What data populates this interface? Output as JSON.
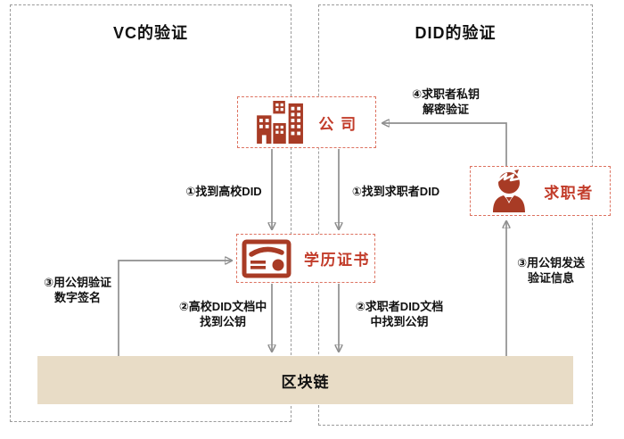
{
  "diagram": {
    "panels": [
      {
        "title": "VC的验证"
      },
      {
        "title": "DID的验证"
      }
    ],
    "nodes": {
      "company": {
        "label": "公 司",
        "icon": "buildings-icon"
      },
      "certificate": {
        "label": "学历证书",
        "icon": "certificate-icon"
      },
      "job_seeker": {
        "label": "求职者",
        "icon": "person-icon"
      },
      "blockchain": {
        "label": "区块链"
      }
    },
    "edges": [
      {
        "id": "company-finds-university-did",
        "from": "company",
        "to": "certificate",
        "label": "①找到高校DID"
      },
      {
        "id": "company-finds-jobseeker-did",
        "from": "company",
        "to": "certificate",
        "label": "①找到求职者DID"
      },
      {
        "id": "university-did-doc-public-key",
        "from": "certificate",
        "to": "blockchain",
        "label": "②高校DID文档中\n找到公钥"
      },
      {
        "id": "jobseeker-did-doc-public-key",
        "from": "certificate",
        "to": "blockchain",
        "label": "②求职者DID文档\n中找到公钥"
      },
      {
        "id": "verify-signature-with-public-key",
        "from": "blockchain",
        "to": "certificate",
        "label": "③用公钥验证\n数字签名"
      },
      {
        "id": "send-verification-with-public-key",
        "from": "blockchain",
        "to": "job_seeker",
        "label": "③用公钥发送\n验证信息"
      },
      {
        "id": "jobseeker-private-key-decrypt",
        "from": "job_seeker",
        "to": "company",
        "label": "④求职者私钥\n解密验证"
      }
    ],
    "colors": {
      "icon_red": "#a83b25",
      "node_label_red": "#c23c2a",
      "node_border_red": "#dd7361",
      "panel_border_gray": "#9b9b9b",
      "arrow_gray": "#8f8f8f",
      "blockchain_fill": "#e8dcc6",
      "text_black": "#111111"
    }
  }
}
